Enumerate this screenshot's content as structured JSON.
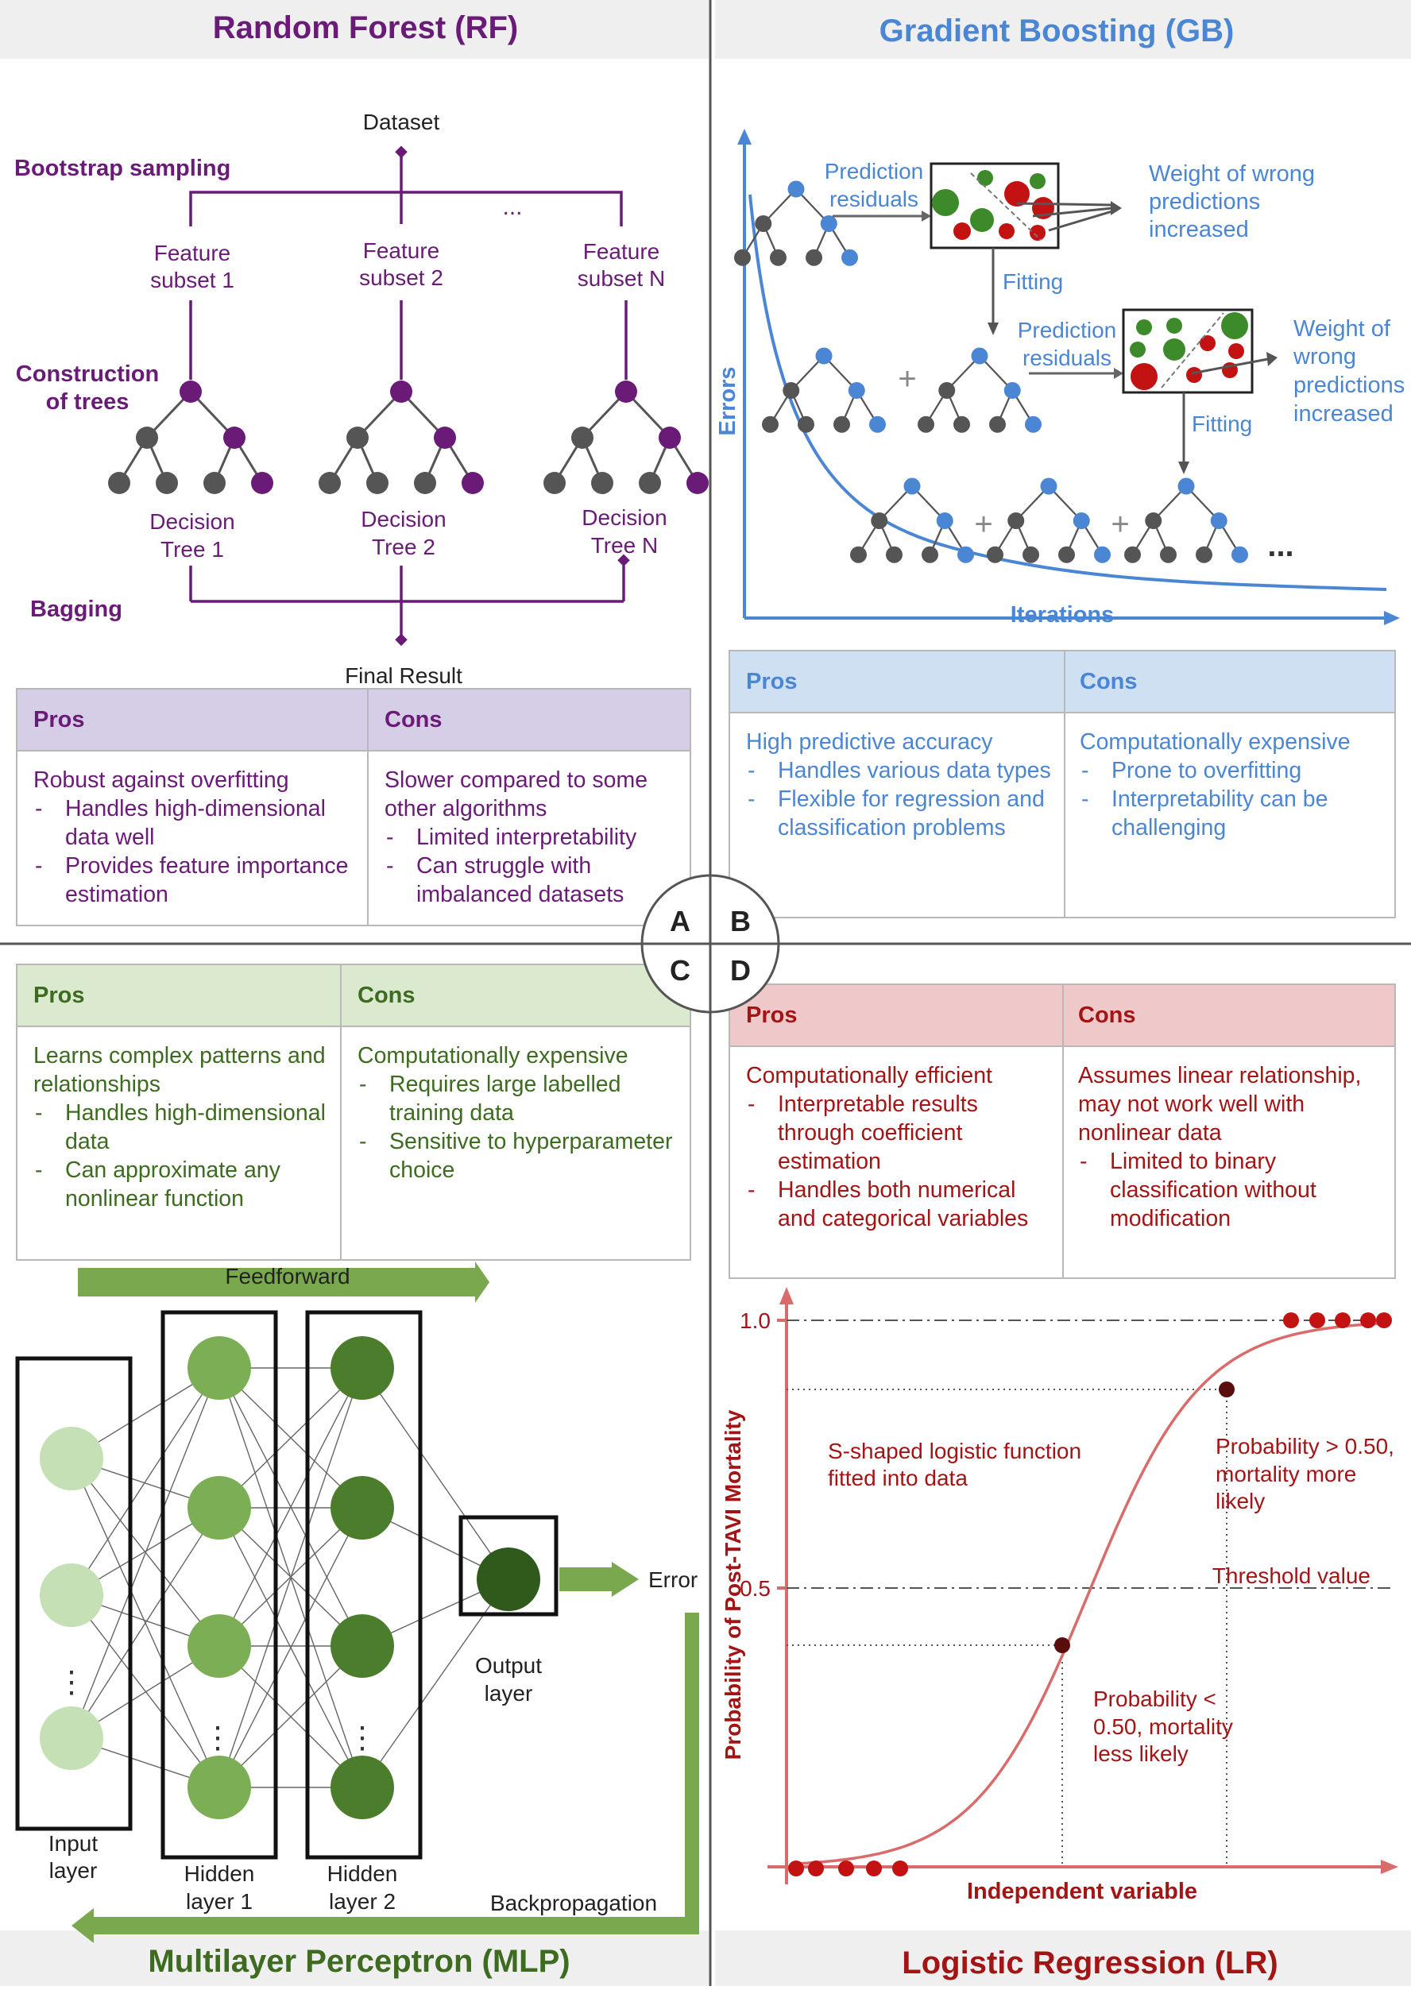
{
  "panels": {
    "rf": {
      "title": "Random Forest (RF)",
      "dataset": "Dataset",
      "bootstrap": "Bootstrap sampling",
      "ellipsis": "...",
      "subsets": [
        "Feature\nsubset 1",
        "Feature\nsubset 2",
        "Feature\nsubset N"
      ],
      "construction": "Construction\nof trees",
      "trees": [
        "Decision\nTree 1",
        "Decision\nTree 2",
        "Decision\nTree N"
      ],
      "bagging": "Bagging",
      "final": "Final Result",
      "pros_label": "Pros",
      "cons_label": "Cons",
      "pros_intro": "Robust against overfitting",
      "pros_items": [
        "Handles high-dimensional data well",
        "Provides feature importance estimation"
      ],
      "cons_intro": "Slower compared to some other algorithms",
      "cons_items": [
        "Limited interpretability",
        "Can struggle with imbalanced datasets"
      ]
    },
    "gb": {
      "title": "Gradient Boosting (GB)",
      "y_axis": "Errors",
      "x_axis": "Iterations",
      "residuals": "Prediction\nresiduals",
      "weight1": "Weight of wrong\npredictions\nincreased",
      "fitting": "Fitting",
      "weight2": "Weight of\nwrong\npredictions\nincreased",
      "dots": "...",
      "pros_label": "Pros",
      "cons_label": "Cons",
      "pros_intro": "High predictive accuracy",
      "pros_items": [
        "Handles various data types",
        "Flexible for regression and classification problems"
      ],
      "cons_intro": "Computationally expensive",
      "cons_items": [
        "Prone to overfitting",
        "Interpretability can be challenging"
      ]
    },
    "mlp": {
      "title": "Multilayer Perceptron (MLP)",
      "feedforward": "Feedforward",
      "error": "Error",
      "backprop": "Backpropagation",
      "input_layer": "Input\nlayer",
      "hidden1": "Hidden\nlayer 1",
      "hidden2": "Hidden\nlayer 2",
      "output_layer": "Output\nlayer",
      "pros_label": "Pros",
      "cons_label": "Cons",
      "pros_intro": "Learns complex patterns and relationships",
      "pros_items": [
        "Handles high-dimensional data",
        "Can approximate any nonlinear function"
      ],
      "cons_intro": "Computationally expensive",
      "cons_items": [
        "Requires large labelled training data",
        "Sensitive to hyperparameter choice"
      ]
    },
    "lr": {
      "title": "Logistic Regression (LR)",
      "y_axis": "Probability of Post-TAVI Mortality",
      "x_axis": "Independent variable",
      "ticks": [
        "1.0",
        "0.5"
      ],
      "s_label": "S-shaped logistic function\nfitted into data",
      "above": "Probability > 0.50,\nmortality more\nlikely",
      "threshold": "Threshold value",
      "below": "Probability <\n0.50, mortality\nless likely",
      "pros_label": "Pros",
      "cons_label": "Cons",
      "pros_intro": "Computationally efficient",
      "pros_items": [
        "Interpretable results through coefficient estimation",
        "Handles both numerical and categorical variables"
      ],
      "cons_intro": "Assumes linear relationship, may not work well with nonlinear data",
      "cons_items": [
        "Limited to binary classification without modification"
      ]
    }
  },
  "center_labels": [
    "A",
    "B",
    "C",
    "D"
  ],
  "colors": {
    "rf": "#6a1b78",
    "gb": "#4a86d4",
    "mlp": "#3d6b1f",
    "lr": "#a31515",
    "tree_gray": "#555555",
    "rf_header": "#d6cde6",
    "gb_header": "#cfe0f3",
    "mlp_header": "#dbe9cf",
    "lr_header": "#efc9c9"
  }
}
